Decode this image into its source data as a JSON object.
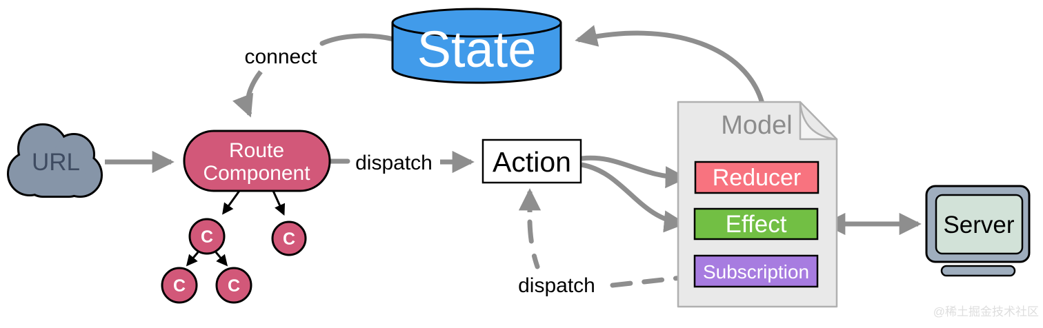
{
  "diagram": {
    "title_none": "",
    "nodes": {
      "state": {
        "label": "State",
        "fill": "#419BEA",
        "text_color": "#FFFFFF"
      },
      "url": {
        "label": "URL",
        "fill": "#8695A8",
        "text_color": "#3E4B61"
      },
      "route_component": {
        "label_line1": "Route",
        "label_line2": "Component",
        "fill": "#D25879",
        "text_color": "#FFFFFF"
      },
      "component_c": {
        "label": "C",
        "fill": "#D25879",
        "text_color": "#FFFFFF"
      },
      "action": {
        "label": "Action",
        "fill": "#FFFFFF",
        "text_color": "#000000"
      },
      "model": {
        "label": "Model",
        "fill": "#E9E9E9",
        "text_color": "#8C8C8C"
      },
      "reducer": {
        "label": "Reducer",
        "fill": "#F8737F",
        "text_color": "#FFFFFF"
      },
      "effect": {
        "label": "Effect",
        "fill": "#72BF44",
        "text_color": "#FFFFFF"
      },
      "subscription": {
        "label": "Subscription",
        "fill": "#A77CE0",
        "text_color": "#FFFFFF"
      },
      "server": {
        "label": "Server",
        "frame_fill": "#9FAEBE",
        "screen_fill": "#D2E2D8",
        "text_color": "#000000"
      }
    },
    "edge_labels": {
      "connect": "connect",
      "dispatch_top": "dispatch",
      "dispatch_bottom": "dispatch"
    },
    "arrow_color": "#8E8E8E",
    "tree_arrow_color": "#000000",
    "watermark": "@稀土掘金技术社区"
  }
}
